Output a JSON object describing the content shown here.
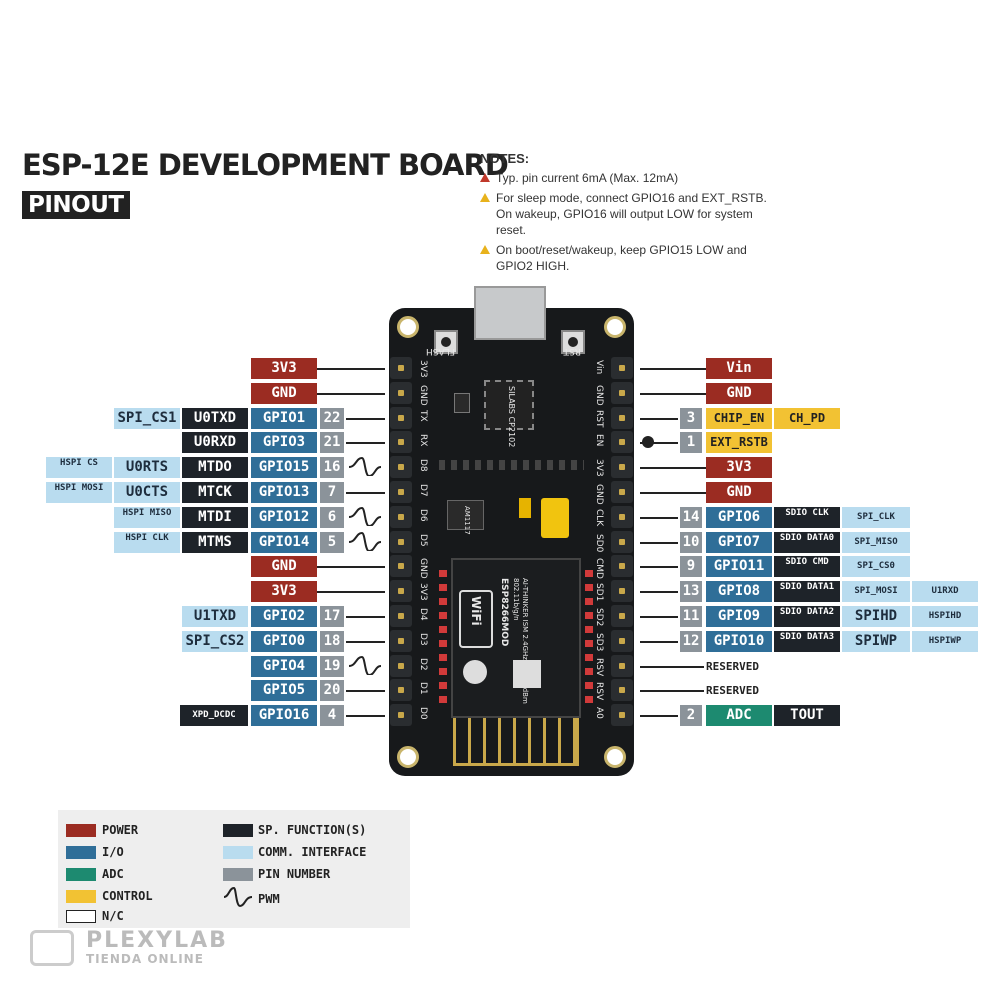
{
  "title": "ESP-12E DEVELOPMENT BOARD",
  "subtitle": "PINOUT",
  "notes": {
    "heading": "NOTES:",
    "items": [
      "Typ. pin current 6mA (Max. 12mA)",
      "For sleep mode, connect GPIO16 and EXT_RSTB. On wakeup, GPIO16 will output LOW for system reset.",
      "On boot/reset/wakeup, keep GPIO15 LOW and GPIO2 HIGH."
    ]
  },
  "board": {
    "flash": "FLASH",
    "rst": "RST",
    "chip": "SILABS CP2102",
    "regulator": "AM1117",
    "module": "ESP8266MOD",
    "module_info": "AI-THINKER ISM 2.4GHz PA +25dBm 802.11b/g/n",
    "wifi": "WiFi",
    "left_pins": [
      "3V3",
      "GND",
      "TX",
      "RX",
      "D8",
      "D7",
      "D6",
      "D5",
      "GND",
      "3V3",
      "D4",
      "D3",
      "D2",
      "D1",
      "D0"
    ],
    "right_pins": [
      "Vin",
      "GND",
      "RST",
      "EN",
      "3V3",
      "GND",
      "CLK",
      "SD0",
      "CMD",
      "SD1",
      "SD2",
      "SD3",
      "RSV",
      "RSV",
      "A0"
    ]
  },
  "left": {
    "r0": {
      "power": "3V3"
    },
    "r1": {
      "power": "GND"
    },
    "r2": {
      "comm": "SPI_CS1",
      "sp": "U0TXD",
      "gpio": "GPIO1",
      "num": "22"
    },
    "r3": {
      "sp": "U0RXD",
      "gpio": "GPIO3",
      "num": "21"
    },
    "r4": {
      "comm2": "HSPI CS",
      "comm": "U0RTS",
      "sp": "MTDO",
      "gpio": "GPIO15",
      "num": "16"
    },
    "r5": {
      "comm2": "HSPI MOSI",
      "comm": "U0CTS",
      "sp": "MTCK",
      "gpio": "GPIO13",
      "num": "7"
    },
    "r6": {
      "comm": "HSPI MISO",
      "sp": "MTDI",
      "gpio": "GPIO12",
      "num": "6"
    },
    "r7": {
      "comm": "HSPI CLK",
      "sp": "MTMS",
      "gpio": "GPIO14",
      "num": "5"
    },
    "r8": {
      "power": "GND"
    },
    "r9": {
      "power": "3V3"
    },
    "r10": {
      "comm": "U1TXD",
      "gpio": "GPIO2",
      "num": "17"
    },
    "r11": {
      "comm": "SPI_CS2",
      "gpio": "GPIO0",
      "num": "18"
    },
    "r12": {
      "gpio": "GPIO4",
      "num": "19"
    },
    "r13": {
      "gpio": "GPIO5",
      "num": "20"
    },
    "r14": {
      "sp": "XPD_DCDC",
      "gpio": "GPIO16",
      "num": "4"
    }
  },
  "right": {
    "r0": {
      "power": "Vin"
    },
    "r1": {
      "power": "GND"
    },
    "r2": {
      "num": "3",
      "ctrl": "CHIP_EN",
      "ctrl2": "CH_PD"
    },
    "r3": {
      "num": "1",
      "ctrl": "EXT_RSTB"
    },
    "r4": {
      "power": "3V3"
    },
    "r5": {
      "power": "GND"
    },
    "r6": {
      "num": "14",
      "gpio": "GPIO6",
      "sp": "SDIO CLK",
      "comm": "SPI_CLK"
    },
    "r7": {
      "num": "10",
      "gpio": "GPIO7",
      "sp": "SDIO DATA0",
      "comm": "SPI_MISO"
    },
    "r8": {
      "num": "9",
      "gpio": "GPIO11",
      "sp": "SDIO CMD",
      "comm": "SPI_CS0"
    },
    "r9": {
      "num": "13",
      "gpio": "GPIO8",
      "sp": "SDIO DATA1",
      "comm": "SPI_MOSI",
      "comm2": "U1RXD"
    },
    "r10": {
      "num": "11",
      "gpio": "GPIO9",
      "sp": "SDIO DATA2",
      "comm": "SPIHD",
      "comm2": "HSPIHD"
    },
    "r11": {
      "num": "12",
      "gpio": "GPIO10",
      "sp": "SDIO DATA3",
      "comm": "SPIWP",
      "comm2": "HSPIWP"
    },
    "r12": {
      "text": "RESERVED"
    },
    "r13": {
      "text": "RESERVED"
    },
    "r14": {
      "num": "2",
      "adc": "ADC",
      "sp": "TOUT"
    }
  },
  "legend": {
    "power": "POWER",
    "io": "I/O",
    "adc": "ADC",
    "control": "CONTROL",
    "nc": "N/C",
    "sp": "SP. FUNCTION(S)",
    "comm": "COMM. INTERFACE",
    "pin": "PIN NUMBER",
    "pwm": "PWM"
  },
  "watermark": {
    "brand": "PLEXYLAB",
    "tag": "TIENDA ONLINE"
  },
  "colors": {
    "power": "#9b2c22",
    "io": "#2f6e98",
    "adc": "#1d8a70",
    "control": "#f2c233",
    "sp": "#1e2329",
    "comm": "#b9dcef",
    "pin": "#8b939a"
  }
}
